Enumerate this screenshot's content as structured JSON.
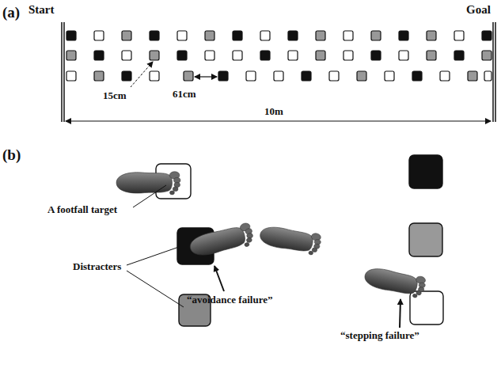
{
  "diagram": {
    "labels": [
      "(a)",
      "Start",
      "Goal",
      "15cm",
      "61cm",
      "10m",
      "(b)",
      "A footfall target",
      "Distracters",
      "“avoidance failure”",
      "“stepping failure”"
    ]
  }
}
